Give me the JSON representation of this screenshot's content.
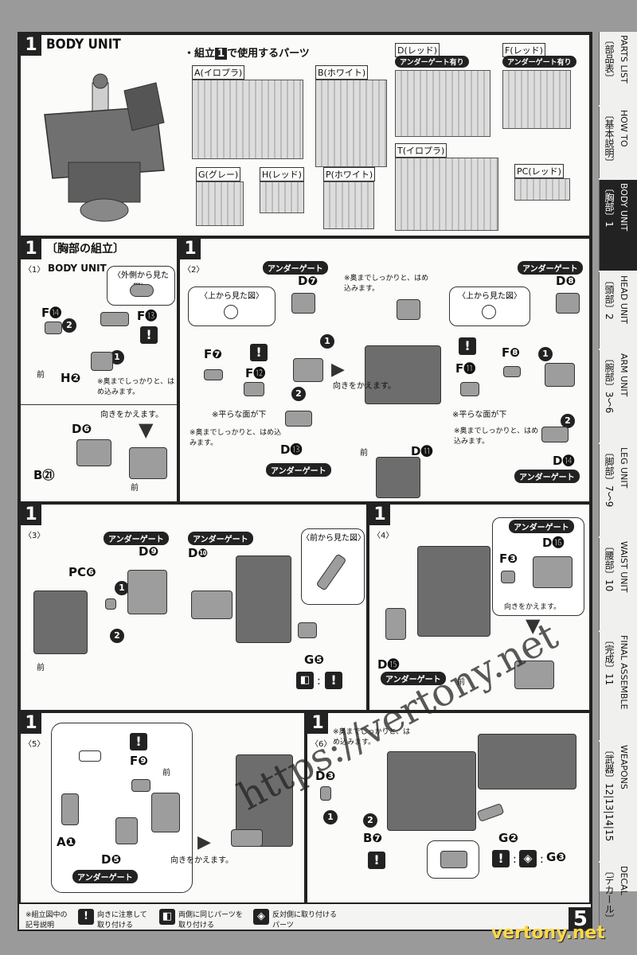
{
  "header": {
    "step_number": "1",
    "title": "BODY UNIT",
    "parts_heading_pre": "・組立",
    "parts_heading_num": "1",
    "parts_heading_post": "で使用するパーツ"
  },
  "runners": [
    {
      "id": "A",
      "label": "A(イロプラ)",
      "note": ""
    },
    {
      "id": "B",
      "label": "B(ホワイト)",
      "note": ""
    },
    {
      "id": "D",
      "label": "D(レッド)",
      "note": "アンダーゲート有り"
    },
    {
      "id": "F",
      "label": "F(レッド)",
      "note": "アンダーゲート有り"
    },
    {
      "id": "T",
      "label": "T(イロプラ)",
      "note": ""
    },
    {
      "id": "G",
      "label": "G(グレー)",
      "note": ""
    },
    {
      "id": "H",
      "label": "H(レッド)",
      "note": ""
    },
    {
      "id": "P",
      "label": "P(ホワイト)",
      "note": ""
    },
    {
      "id": "PC",
      "label": "PC(レッド)",
      "note": ""
    }
  ],
  "steps": {
    "s1": {
      "num": "1",
      "title": "〔胸部の組立〕",
      "sub": "〈1〉",
      "sub_en": "BODY UNIT",
      "callout": "〈外側から見た図〉",
      "labels": {
        "f14": "F⓮",
        "f13": "F⓭",
        "h2": "H❷",
        "d6": "D❻",
        "b21": "B㉑"
      },
      "note": "※奥までしっかりと、はめ込みます。",
      "turn": "向きをかえます。",
      "front": "前"
    },
    "s2": {
      "num": "1",
      "sub": "〈2〉",
      "ugate": "アンダーゲート",
      "callout1": "〈上から見た図〉",
      "callout2": "〈上から見た図〉",
      "labels": {
        "d7": "D❼",
        "f7": "F❼",
        "f12": "F⓬",
        "d13": "D⓭",
        "d11": "D⓫",
        "d8": "D❽",
        "f8": "F❽",
        "f11": "F⓫",
        "d14": "D⓮"
      },
      "note_flat": "※平らな面が下",
      "note_fit": "※奥までしっかりと、はめ込みます。",
      "turn": "向きをかえます。",
      "front": "前"
    },
    "s3": {
      "num": "1",
      "sub": "〈3〉",
      "ugate": "アンダーゲート",
      "labels": {
        "d9": "D❾",
        "pc6": "PC❻",
        "d10": "D❿",
        "g5": "G❺"
      },
      "callout": "〈前から見た図〉",
      "front": "前",
      "colon": ":"
    },
    "s4": {
      "num": "1",
      "sub": "〈4〉",
      "ugate": "アンダーゲート",
      "labels": {
        "d16": "D⓰",
        "f3": "F❸",
        "d15": "D⓯"
      },
      "turn": "向きをかえます。",
      "front": "前"
    },
    "s5": {
      "num": "1",
      "sub": "〈5〉",
      "ugate": "アンダーゲート",
      "labels": {
        "f9": "F❾",
        "a1": "A❶",
        "d5": "D❺"
      },
      "turn": "向きをかえます。",
      "front": "前"
    },
    "s6": {
      "num": "1",
      "sub": "〈6〉",
      "note_fit": "※奥までしっかりと、はめ込みます。",
      "labels": {
        "d3": "D❸",
        "b7": "B❼",
        "g2": "G❷",
        "g3": "G❸"
      },
      "colon": ":"
    }
  },
  "legend": {
    "title": "※組立図中の記号説明",
    "items": [
      {
        "symbol": "!",
        "text": "向きに注意して取り付ける"
      },
      {
        "symbol": "◧",
        "text": "両側に同じパーツを取り付ける"
      },
      {
        "symbol": "◈",
        "text": "反対側に取り付けるパーツ"
      }
    ]
  },
  "page_number": "5",
  "side_tabs": [
    {
      "jp": "〔部品表〕",
      "en": "PARTS LIST",
      "active": false
    },
    {
      "jp": "〔基本説明〕",
      "en": "HOW TO",
      "active": false
    },
    {
      "jp": "〔胸部〕1",
      "en": "BODY UNIT",
      "active": true
    },
    {
      "jp": "〔頭部〕2",
      "en": "HEAD UNIT",
      "active": false
    },
    {
      "jp": "〔腕部〕3〜6",
      "en": "ARM UNIT",
      "active": false
    },
    {
      "jp": "〔脚部〕7〜9",
      "en": "LEG UNIT",
      "active": false
    },
    {
      "jp": "〔腰部〕10",
      "en": "WAIST UNIT",
      "active": false
    },
    {
      "jp": "〔完成〕11",
      "en": "FINAL ASSEMBLE",
      "active": false
    },
    {
      "jp": "〔武器〕12|13|14|15",
      "en": "WEAPONS",
      "active": false
    },
    {
      "jp": "〔デカール〕",
      "en": "DECAL",
      "active": false
    }
  ],
  "watermark": {
    "url": "https://vertony.net",
    "brand": "vertony.net"
  }
}
